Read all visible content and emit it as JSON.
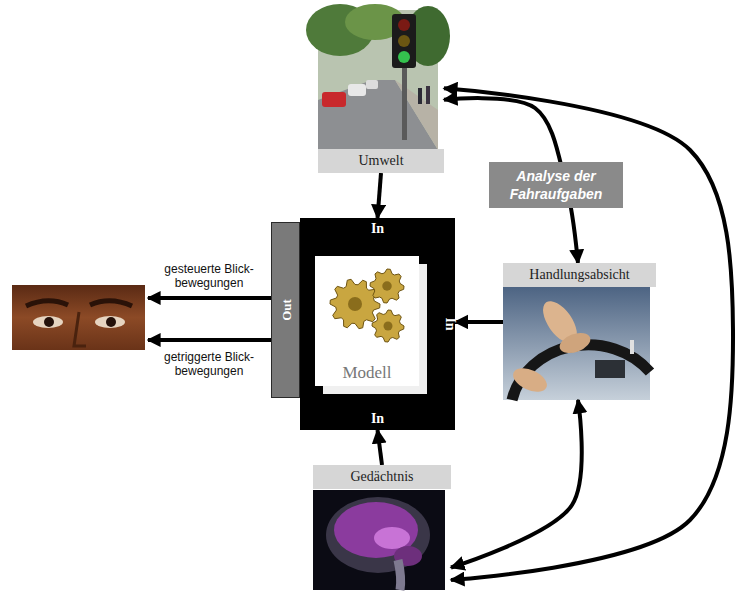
{
  "diagram": {
    "nodes": [
      {
        "text": [
          "Umwelt"
        ]
      },
      {
        "text": [
          "In",
          "In",
          "In"
        ]
      },
      {
        "text": [
          "Out"
        ],
        "in": 1
      },
      {
        "text": [
          "Modell"
        ],
        "in": 1
      },
      {
        "text": [
          "Handlungsabsicht"
        ]
      },
      {
        "text": [
          "Gedächtnis"
        ]
      }
    ],
    "edges": [
      {
        "from": 0,
        "to": 1,
        "arrow": "to"
      },
      {
        "from": 4,
        "to": 1,
        "arrow": "to"
      },
      {
        "from": 5,
        "to": 1,
        "arrow": "to"
      },
      {
        "from": 0,
        "to": 4,
        "label": "Analyse der Fahraufgaben",
        "arrow": "both"
      },
      {
        "from": 4,
        "to": 5,
        "arrow": "both"
      },
      {
        "from": 0,
        "to": 5,
        "arrow": "both"
      }
    ],
    "labels": [
      "gesteuerte Blick- bewegungen",
      "getriggerte Blick- bewegungen"
    ]
  }
}
